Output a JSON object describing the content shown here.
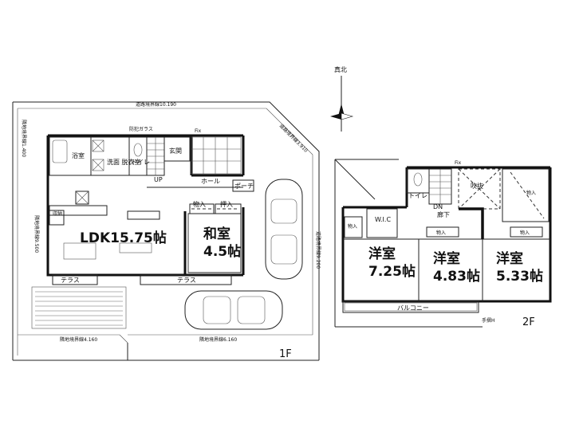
{
  "floor1": {
    "floor_label": "1F",
    "rooms": {
      "ldk": "LDK15.75帖",
      "washitsu_name": "和室",
      "washitsu_size": "4.5帖",
      "bath": "浴室",
      "washroom": "洗面\n脱衣室",
      "toilet": "トイレ",
      "hall": "ホール",
      "entrance": "玄関",
      "porch": "ポーチ",
      "closet": "物入",
      "oshiire": "押入",
      "terrace_left": "テラス",
      "terrace_right": "テラス",
      "up": "UP",
      "storage": "収納",
      "fix": "Fix",
      "bougan_glass": "防犯ガラス"
    },
    "boundaries": {
      "top": "道路境界線10.190",
      "road_right": "道路境界線3.910",
      "right_vertical": "道路境界線9.200",
      "left_top": "隣地境界線1.400",
      "left": "隣地境界線9.500",
      "bottom_left": "隣地境界線4.160",
      "bottom_right": "隣地境界線6.160"
    }
  },
  "floor2": {
    "floor_label": "2F",
    "north_label": "真北",
    "rooms": {
      "youshitsu1_name": "洋室",
      "youshitsu1_size": "7.25帖",
      "youshitsu2_name": "洋室",
      "youshitsu2_size": "4.83帖",
      "youshitsu3_name": "洋室",
      "youshitsu3_size": "5.33帖",
      "wic": "W.I.C",
      "hallway": "廊下",
      "toilet": "トイレ",
      "dn": "DN",
      "balcony": "バルコニー",
      "fukinuke": "吹抜",
      "closet1": "物入",
      "closet2": "物入",
      "closet3": "物入",
      "storage": "物入",
      "tesuri": "手摺H",
      "fix": "Fix"
    }
  }
}
